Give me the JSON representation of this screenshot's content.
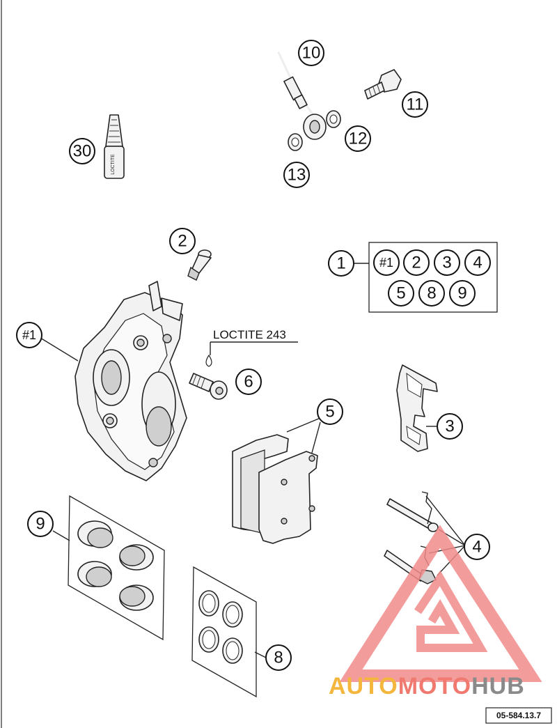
{
  "diagram": {
    "reference_code": "05-584.13.7",
    "loctite_note": "LOCTITE 243",
    "tube_label": "LOCTITE",
    "callouts": {
      "c10": "10",
      "c11": "11",
      "c12": "12",
      "c13": "13",
      "c30": "30",
      "c2": "2",
      "c1": "1",
      "c1_caliper": "#1",
      "c6": "6",
      "c5": "5",
      "c3": "3",
      "c9": "9",
      "c4": "4",
      "c8": "8"
    },
    "kit_contents": [
      "#1",
      "2",
      "3",
      "4",
      "5",
      "8",
      "9"
    ]
  },
  "watermark": {
    "text_auto": "AUTO",
    "text_moto": "MOTO",
    "text_hub": "HUB",
    "colors": {
      "auto": "#f4b63d",
      "moto": "#f07a70",
      "hub": "#8a8a8a",
      "triangle": "#f28b8b"
    }
  }
}
